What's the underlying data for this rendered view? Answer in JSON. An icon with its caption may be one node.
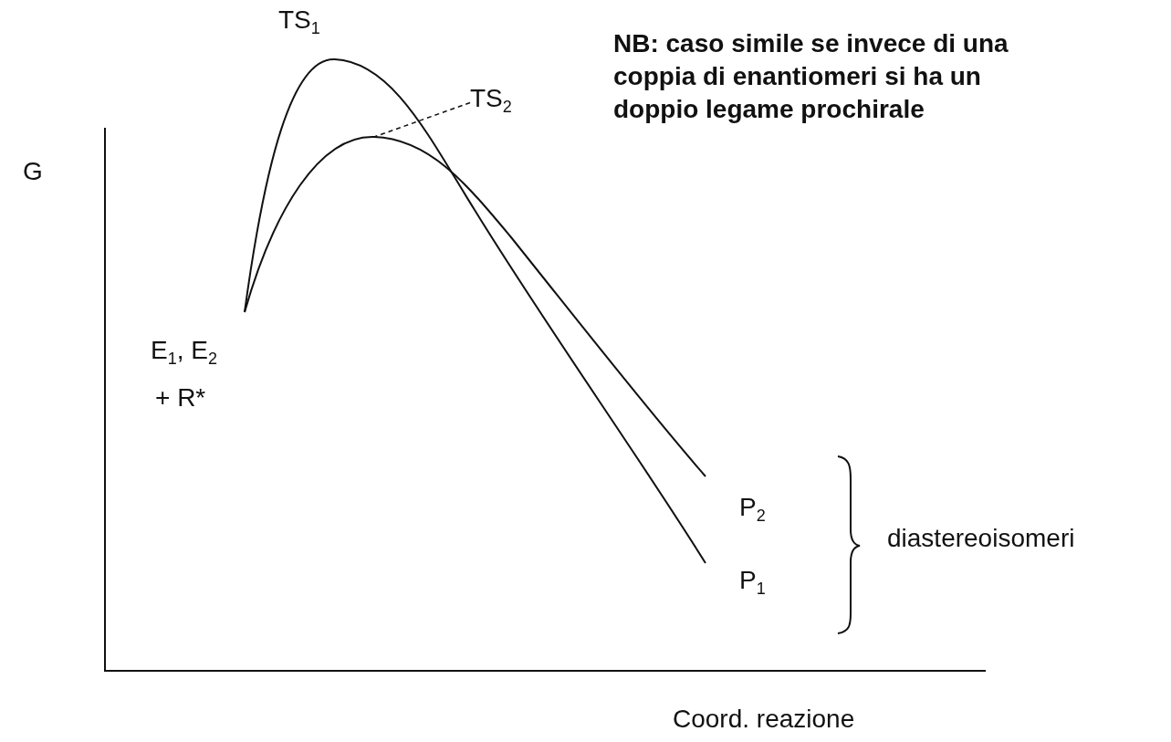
{
  "diagram": {
    "nodes": [
      {
        "text": [
          "TS$_{2}$"
        ]
      },
      {
        "text": [],
        "shape": "curve"
      }
    ],
    "edges": [
      {
        "from": 0,
        "to": 1,
        "arrow": "none",
        "style": "dashed"
      }
    ],
    "labels": [
      "TS$_{1}$",
      "NB: caso simile se invece di una coppia di enantiomeri si ha un doppio legame prochirale",
      "G",
      "E$_{1}$, E$_{2}$",
      "+ R*",
      "P$_{2}$",
      "diastereoisomeri",
      "P$_{1}$",
      "Coord. reazione"
    ]
  }
}
